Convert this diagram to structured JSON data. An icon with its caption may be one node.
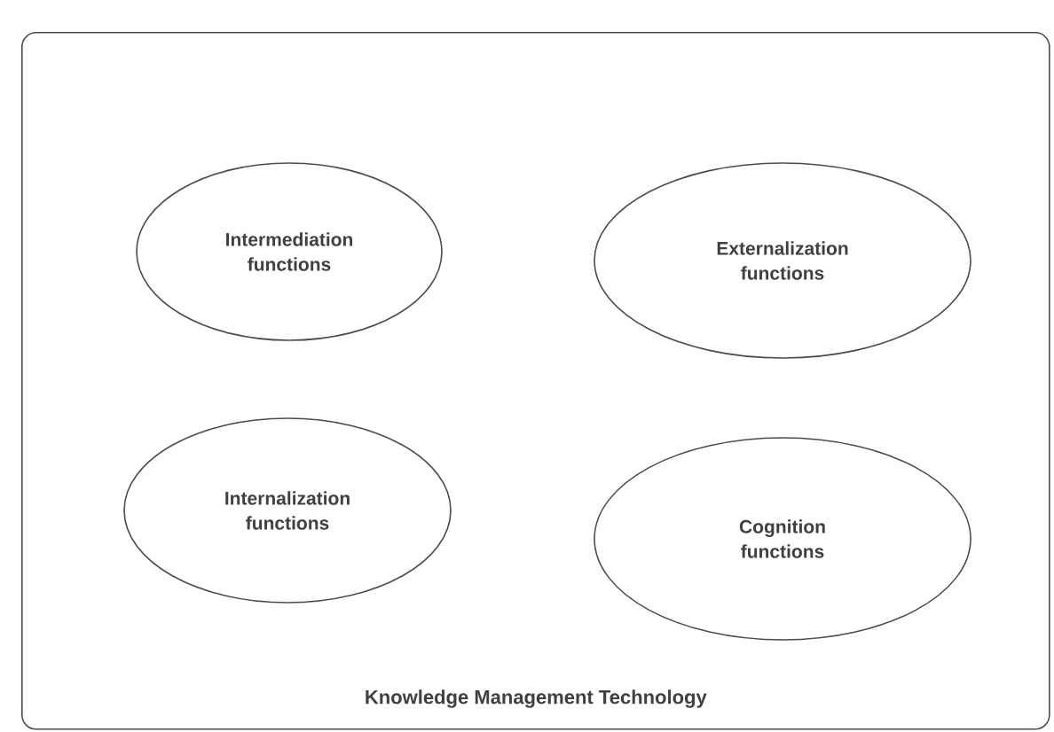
{
  "diagram": {
    "nodes": [
      {
        "text": [
          "Knowledge Management Technology"
        ]
      },
      {
        "text": [
          "Intermediation functions"
        ],
        "in": 0
      },
      {
        "text": [
          "Externalization functions"
        ],
        "in": 0
      },
      {
        "text": [
          "Internalization functions"
        ],
        "in": 0
      },
      {
        "text": [
          "Cognition functions"
        ],
        "in": 0
      }
    ]
  }
}
